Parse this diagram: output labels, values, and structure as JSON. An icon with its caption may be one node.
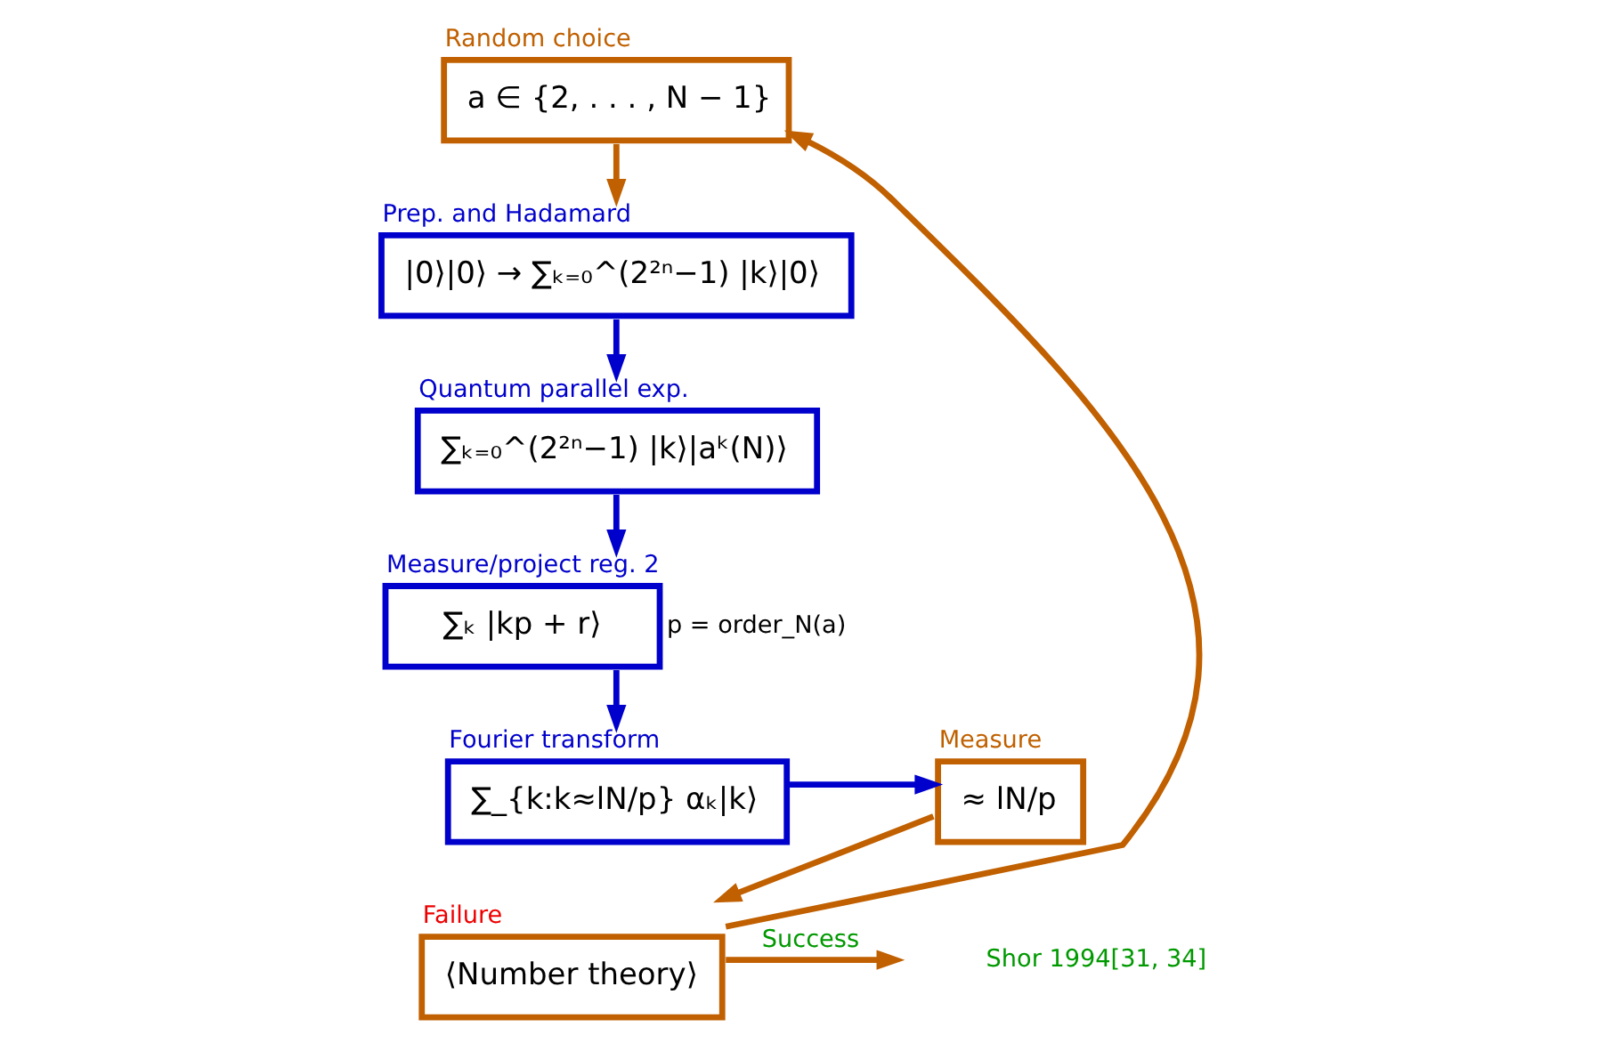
{
  "diagram": {
    "nodes": [
      {
        "text": [
          "Random choice",
          "a ∈ {2, . . . , N − 1}"
        ]
      },
      {
        "text": [
          "Prep. and Hadamard",
          "|0⟩|0⟩ → ∑ₖ₌₀^(2²ⁿ−1) |k⟩|0⟩"
        ]
      },
      {
        "text": [
          "Quantum parallel exp.",
          "∑ₖ₌₀^(2²ⁿ−1) |k⟩|aᵏ(N)⟩"
        ]
      },
      {
        "text": [
          "Measure/project reg. 2",
          "∑ₖ |kp + r⟩"
        ],
        "beside": [
          "p = order_N(a)"
        ]
      },
      {
        "text": [
          "Fourier transform",
          "∑_{k:k≈lN/p} αₖ|k⟩"
        ]
      },
      {
        "text": [
          "Measure",
          "≈ lN/p"
        ]
      },
      {
        "text": [
          "Failure",
          "⟨Number theory⟩"
        ]
      }
    ],
    "edges": [
      {
        "from": 0,
        "to": 1,
        "arrow": "to",
        "color": "#c06000"
      },
      {
        "from": 1,
        "to": 2,
        "arrow": "to",
        "color": "#0000cc"
      },
      {
        "from": 2,
        "to": 3,
        "arrow": "to",
        "color": "#0000cc"
      },
      {
        "from": 3,
        "to": 4,
        "arrow": "to",
        "color": "#0000cc"
      },
      {
        "from": 4,
        "to": 5,
        "arrow": "to",
        "color": "#0000cc"
      },
      {
        "from": 5,
        "to": 6,
        "arrow": "to",
        "color": "#c06000"
      },
      {
        "from": 6,
        "to": 0,
        "arrow": "to",
        "color": "#c06000"
      },
      {
        "from": 6,
        "to": null,
        "label": "Success",
        "arrow": "to",
        "color": "#c06000"
      }
    ],
    "labels": [
      "Shor 1994[31, 34]"
    ]
  }
}
